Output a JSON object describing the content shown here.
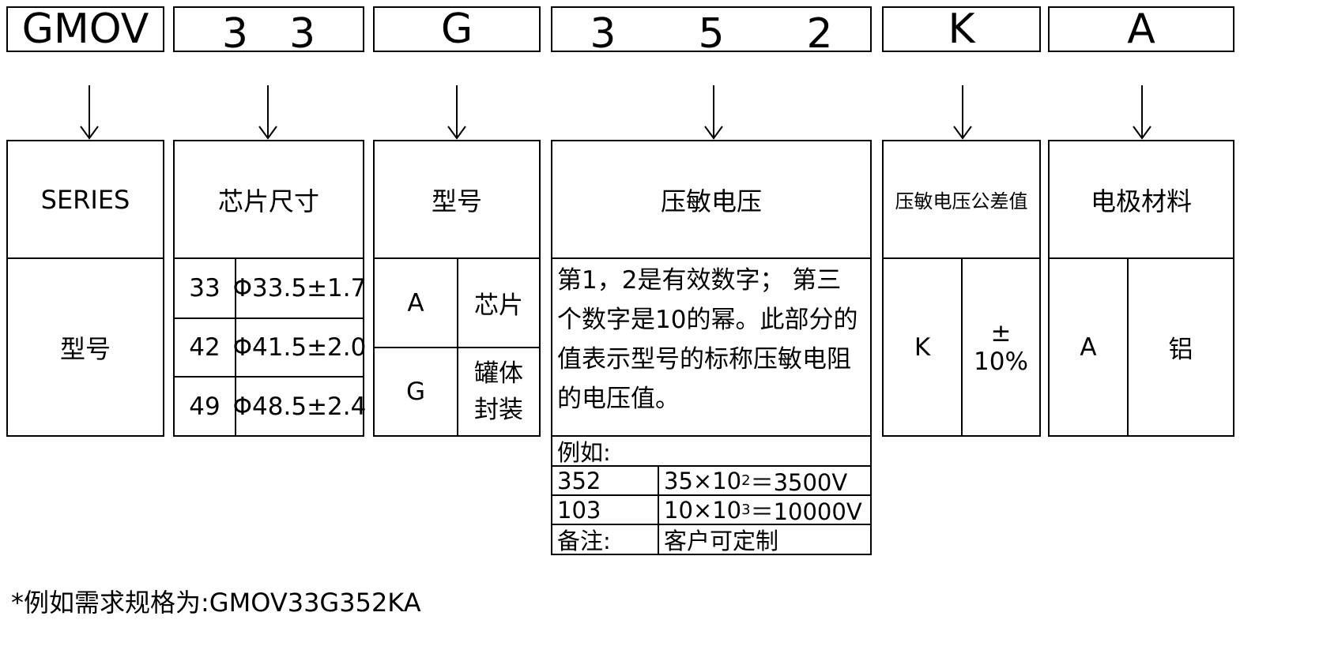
{
  "codes": [
    "GMOV",
    "3　3",
    "G",
    "3　　5　　2",
    "K",
    "A"
  ],
  "headers": [
    "SERIES",
    "芯片尺寸",
    "型号",
    "压敏电压",
    "压敏电压公差值",
    "电极材料"
  ],
  "series": {
    "value": "型号"
  },
  "chip_size": [
    {
      "code": "33",
      "dim": "Φ33.5±1.7"
    },
    {
      "code": "42",
      "dim": "Φ41.5±2.0"
    },
    {
      "code": "49",
      "dim": "Φ48.5±2.4"
    }
  ],
  "model": [
    {
      "code": "A",
      "desc": "芯片"
    },
    {
      "code": "G",
      "desc": "罐体封装"
    }
  ],
  "voltage": {
    "description": "第1，2是有效数字； 第三个数字是10的幂。此部分的值表示型号的标称压敏电阻的电压值。",
    "example_label": "例如:",
    "examples": [
      {
        "code": "352",
        "base": "35×10",
        "exp": "2",
        "result": "＝3500V"
      },
      {
        "code": "103",
        "base": "10×10",
        "exp": "3",
        "result": "＝10000V"
      }
    ],
    "note_label": "备注:",
    "note_value": "客户可定制"
  },
  "tolerance": {
    "code": "K",
    "sign": "±",
    "value": "10%"
  },
  "electrode": {
    "code": "A",
    "material": "铝"
  },
  "footnote": "*例如需求规格为:GMOV33G352KA"
}
